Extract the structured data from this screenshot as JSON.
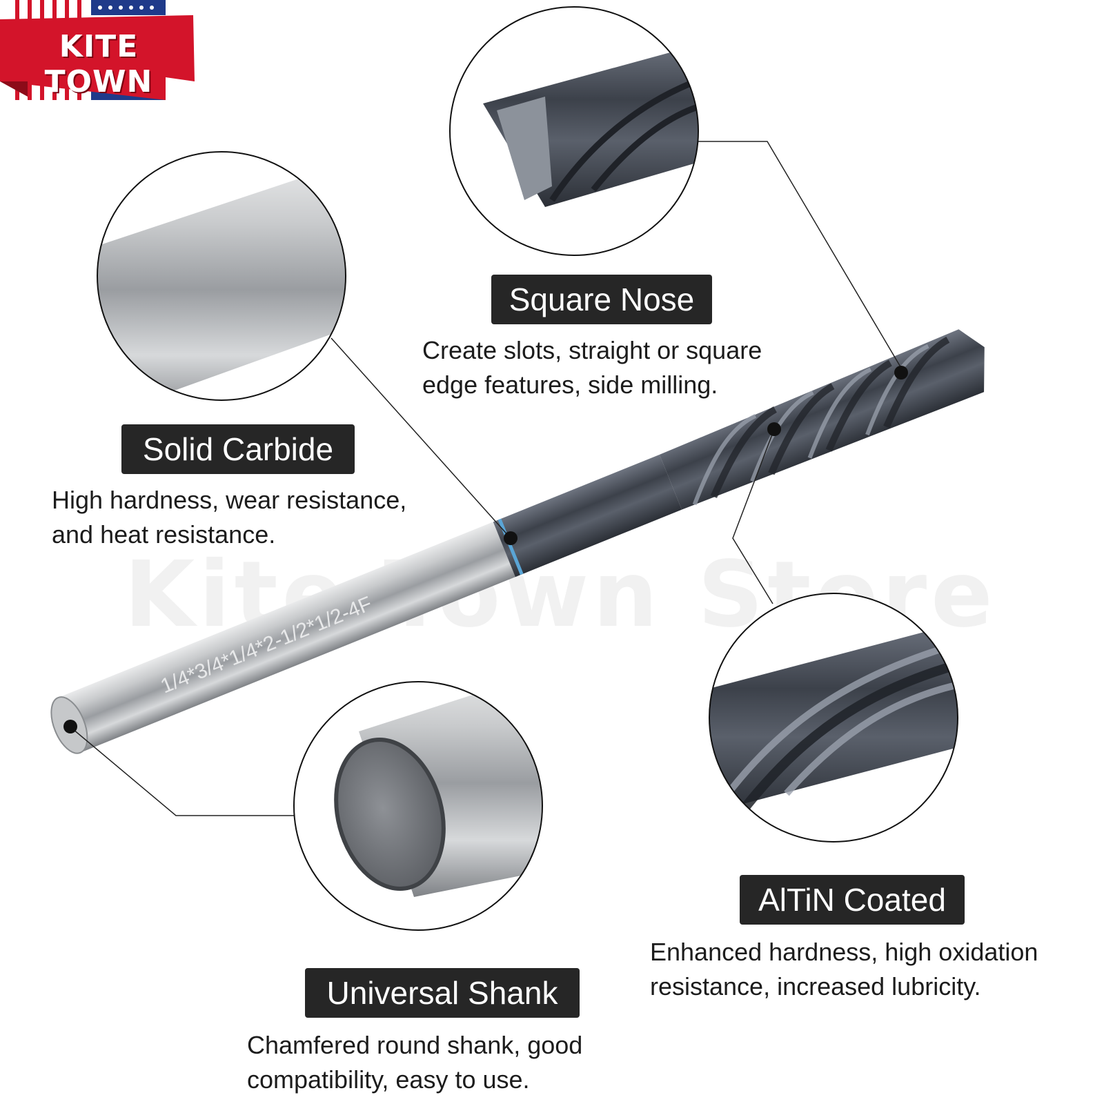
{
  "brand": {
    "name": "KITE TOWN"
  },
  "watermark": "Kite Town Store",
  "tool_marking": "1/4*3/4*1/4*2-1/2*1/2-4F",
  "features": [
    {
      "title": "Square Nose",
      "description_lines": [
        "Create slots, straight or square",
        "edge features, side milling."
      ]
    },
    {
      "title": "Solid Carbide",
      "description_lines": [
        "High hardness, wear resistance,",
        "and heat resistance."
      ]
    },
    {
      "title": "AlTiN Coated",
      "description_lines": [
        "Enhanced hardness, high oxidation",
        "resistance, increased lubricity."
      ]
    },
    {
      "title": "Universal Shank",
      "description_lines": [
        "Chamfered round shank, good",
        "compatibility, easy to use."
      ]
    }
  ],
  "colors": {
    "tag_bg": "#262626",
    "brand_red": "#d3142a",
    "brand_blue": "#1f3a8a",
    "coating": "#4a505a",
    "steel": "#b8bbbf"
  }
}
